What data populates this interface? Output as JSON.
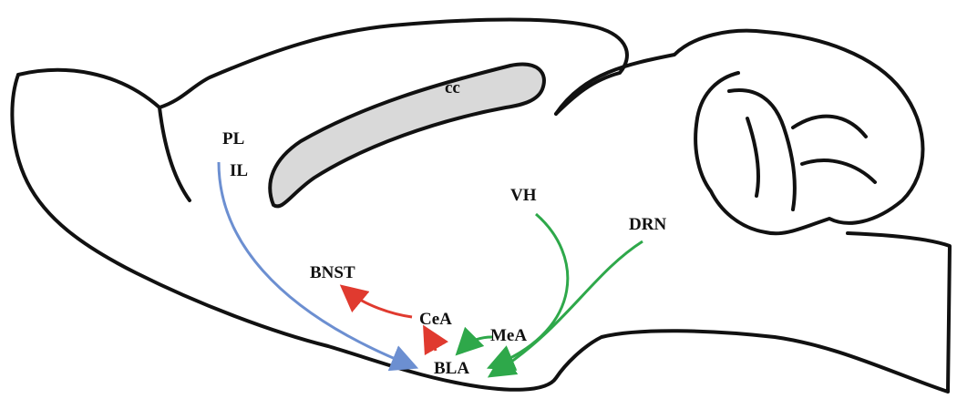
{
  "labels": {
    "cc": "cc",
    "pl": "PL",
    "il": "IL",
    "vh": "VH",
    "drn": "DRN",
    "bnst": "BNST",
    "cea": "CeA",
    "mea": "MeA",
    "bla": "BLA"
  },
  "colors": {
    "outline": "#111111",
    "corpus_callosum_fill": "#d9d9d9",
    "prefrontal_projection": "#6c8fd1",
    "output_projection": "#e03a2f",
    "input_projection": "#2ea84a"
  },
  "connections": [
    {
      "from": "PL/IL",
      "to": "BLA",
      "color": "prefrontal_projection"
    },
    {
      "from": "VH",
      "to": "BLA",
      "color": "input_projection"
    },
    {
      "from": "DRN",
      "to": "BLA",
      "color": "input_projection"
    },
    {
      "from": "MeA",
      "to": "BLA",
      "color": "input_projection"
    },
    {
      "from": "BLA",
      "to": "CeA",
      "color": "output_projection"
    },
    {
      "from": "CeA",
      "to": "BNST",
      "color": "output_projection"
    }
  ]
}
